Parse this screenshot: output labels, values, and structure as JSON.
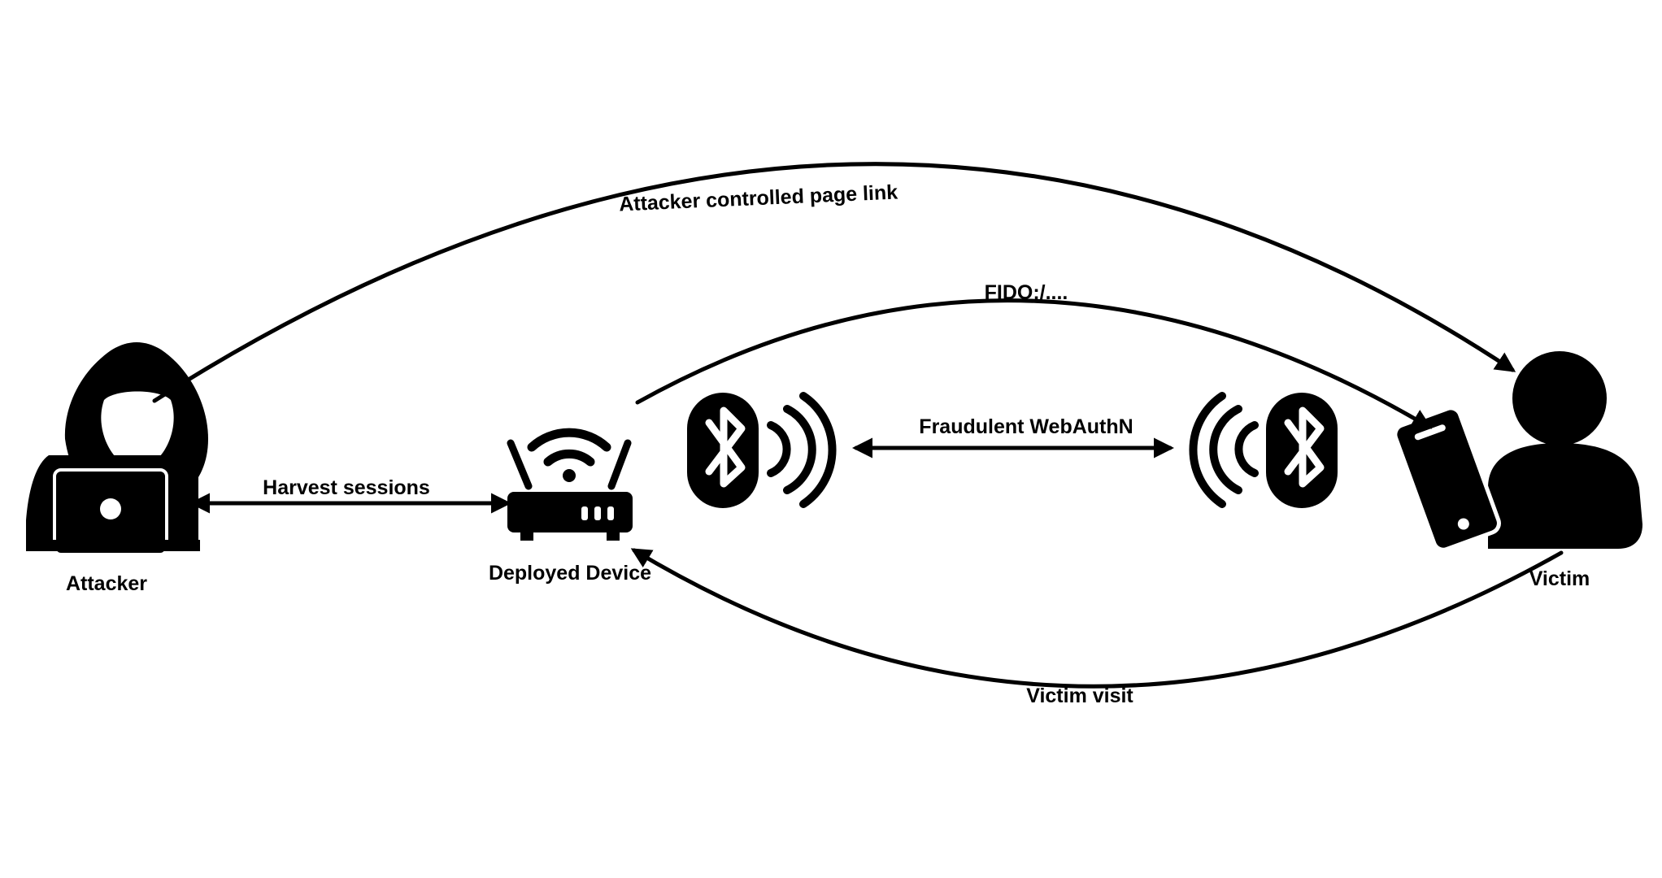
{
  "nodes": {
    "attacker": {
      "label": "Attacker",
      "icon": "hooded-hacker-with-laptop-icon"
    },
    "deployed_device": {
      "label": "Deployed Device",
      "icon": "wifi-router-icon"
    },
    "victim": {
      "label": "Victim",
      "icon": "person-with-phone-icon"
    }
  },
  "edges": {
    "page_link": {
      "label": "Attacker controlled page link",
      "from": "Attacker",
      "to": "Victim"
    },
    "fido": {
      "label": "FIDO:/....",
      "from": "Deployed Device",
      "to": "Victim"
    },
    "webauthn": {
      "label": "Fraudulent WebAuthN",
      "from": "Deployed Device",
      "to": "Victim",
      "bidirectional": true
    },
    "harvest": {
      "label": "Harvest sessions",
      "from": "Attacker",
      "to": "Deployed Device",
      "bidirectional": true
    },
    "visit": {
      "label": "Victim visit",
      "from": "Victim",
      "to": "Deployed Device"
    }
  },
  "icons": [
    "bluetooth-left-icon",
    "bluetooth-right-icon"
  ],
  "colors": {
    "foreground": "#000000",
    "background": "#ffffff"
  }
}
